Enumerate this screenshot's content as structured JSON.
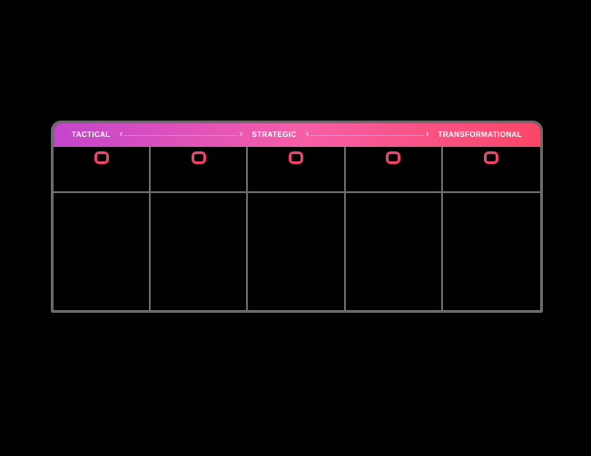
{
  "board": {
    "background_color": "#000000",
    "border_color": "#6b6b6b",
    "header": {
      "labels": [
        "TACTICAL",
        "STRATEGIC",
        "TRANSFORMATIONAL"
      ],
      "text_color": "#ffffff",
      "gradient": {
        "start": "#c445cd",
        "mid": "#f75ea6",
        "end": "#fb4666"
      },
      "arrows": [
        {
          "icon": "dotted-double-arrow",
          "left_glyph": "‹",
          "right_glyph": "›"
        },
        {
          "icon": "dotted-double-arrow",
          "left_glyph": "‹",
          "right_glyph": "›"
        }
      ]
    },
    "grid": {
      "column_count": 5,
      "row_count": 2,
      "icon_color": "#f0436b",
      "columns": [
        {
          "icon": "rounded-square-icon"
        },
        {
          "icon": "rounded-square-icon"
        },
        {
          "icon": "rounded-square-icon"
        },
        {
          "icon": "rounded-square-icon"
        },
        {
          "icon": "rounded-square-icon"
        }
      ]
    }
  }
}
